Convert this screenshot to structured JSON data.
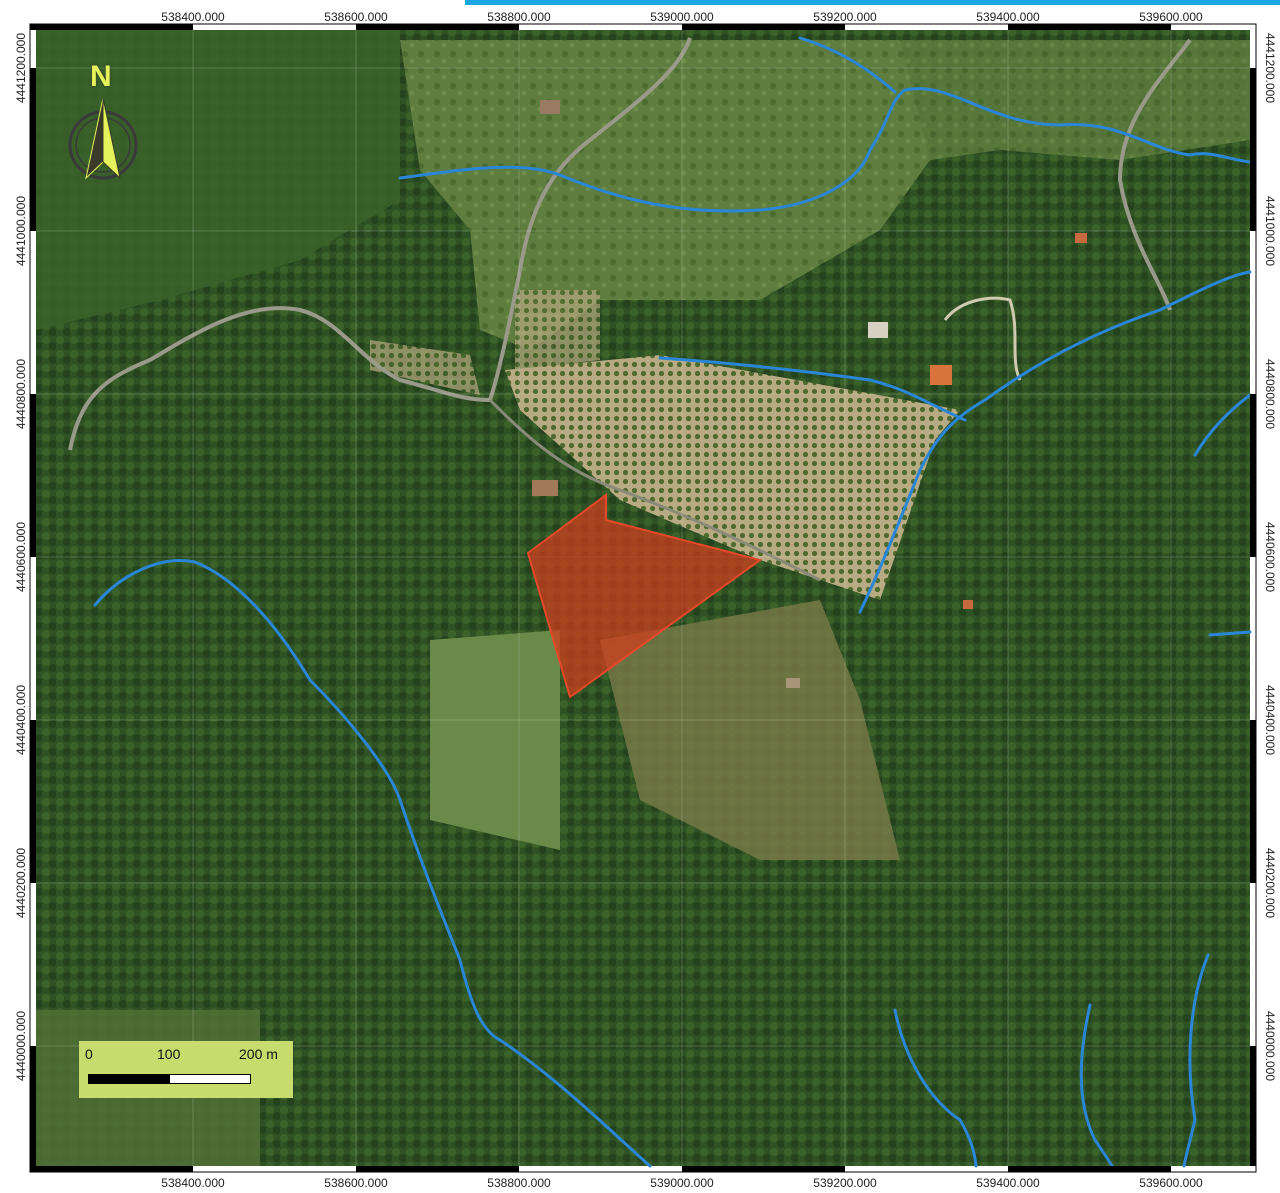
{
  "map": {
    "x_labels": [
      "538400.000",
      "538600.000",
      "538800.000",
      "539000.000",
      "539200.000",
      "539400.000",
      "539600.000"
    ],
    "y_labels": [
      "4441200.000",
      "4441000.000",
      "4440800.000",
      "4440600.000",
      "4440400.000",
      "4440200.000",
      "4440000.000"
    ],
    "north_arrow_label": "N",
    "scale_labels": [
      "0",
      "100",
      "200 m"
    ],
    "colors": {
      "stream": "#2a86d6",
      "parcel_fill": "#d23b1d",
      "parcel_stroke": "#e8472a",
      "frame_accent": "#1aa7e0",
      "scalebar_bg": "#c8dc6e",
      "north_arrow": "#e6f25a",
      "forest": "#2a4a1f",
      "field": "#5c7a3c"
    }
  }
}
